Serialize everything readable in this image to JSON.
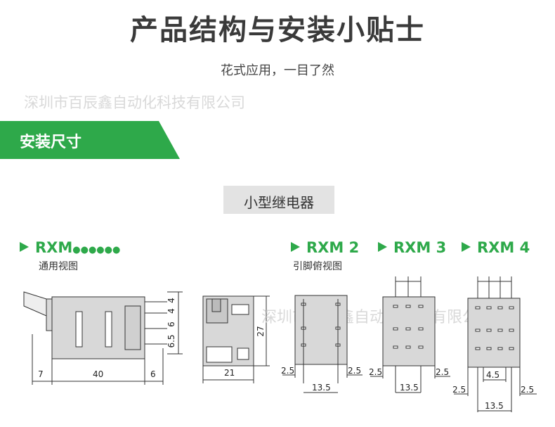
{
  "header": {
    "title": "产品结构与安装小贴士",
    "subtitle": "花式应用，一目了然"
  },
  "watermark": {
    "text": "深圳市百辰鑫自动化科技有限公司"
  },
  "section": {
    "banner_label": "安装尺寸",
    "category_label": "小型继电器"
  },
  "models": {
    "general": {
      "name": "RXM",
      "dots": "●●●●●●",
      "caption": "通用视图"
    },
    "rxm2": {
      "name": "RXM 2",
      "caption": "引脚俯视图"
    },
    "rxm3": {
      "name": "RXM 3"
    },
    "rxm4": {
      "name": "RXM 4"
    }
  },
  "dimensions": {
    "side_view": {
      "left": "7",
      "body": "40",
      "right": "6",
      "pin1": "4",
      "pin2": "4",
      "pin3": "6",
      "pin4": "6.5"
    },
    "front_view": {
      "width": "21",
      "height": "27"
    },
    "rxm2": {
      "offset_left": "2.5",
      "offset_right": "2.5",
      "span": "13.5"
    },
    "rxm3": {
      "offset_left": "2.5",
      "offset_right": "2.5",
      "span": "13.5"
    },
    "rxm4": {
      "offset_left": "2.5",
      "offset_right": "2.5",
      "pitch": "4.5",
      "span": "13.5"
    }
  },
  "colors": {
    "brand_green": "#2ea94a",
    "body_gray": "#d8d8d8",
    "label_bg": "#e3e3e3"
  }
}
